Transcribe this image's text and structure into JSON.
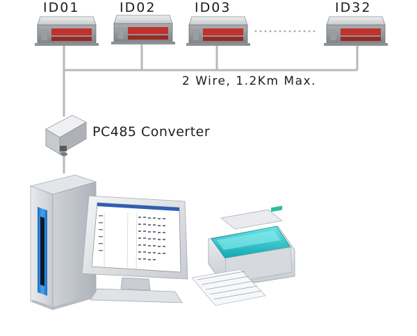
{
  "devices": [
    {
      "id_label": "ID01"
    },
    {
      "id_label": "ID02"
    },
    {
      "id_label": "ID03"
    },
    {
      "id_label": "ID32"
    }
  ],
  "bus": {
    "label": "2 Wire, 1.2Km Max."
  },
  "converter": {
    "label": "PC485 Converter"
  },
  "colors": {
    "device_body": "#c9ccce",
    "display_red": "#c0322c",
    "wire": "#b8b8b8",
    "printer_teal": "#19c9c9",
    "pc_blue": "#2a86d8",
    "text": "#1c1c1c"
  }
}
